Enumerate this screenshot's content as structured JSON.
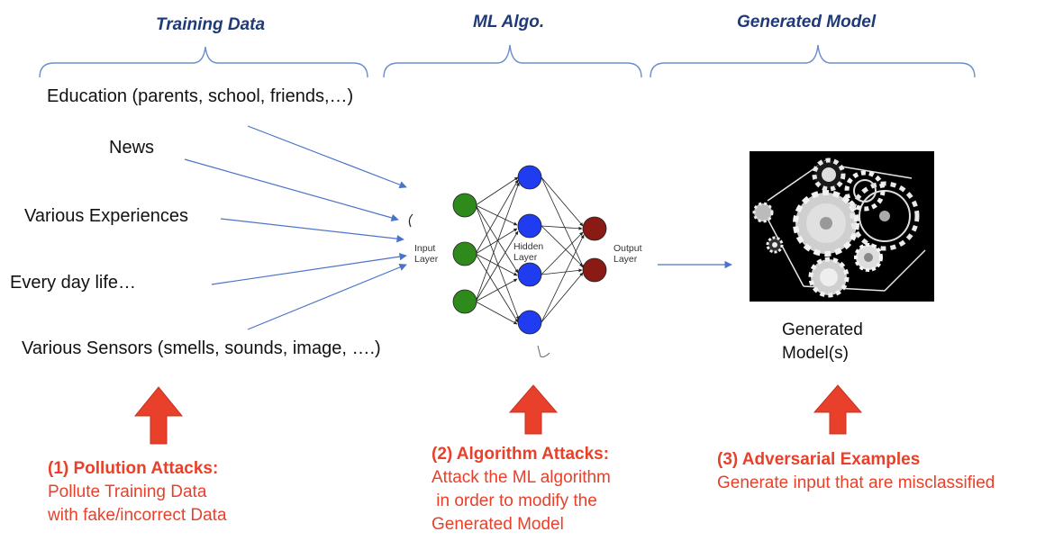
{
  "headers": {
    "training": "Training Data",
    "algo": "ML Algo.",
    "model": "Generated Model"
  },
  "sources": [
    "Education (parents, school, friends,…)",
    "News",
    "Various Experiences",
    "Every day life…",
    "Various Sensors (smells, sounds, image, ….)"
  ],
  "network": {
    "input_label": "Input Layer",
    "hidden_label": "Hidden Layer",
    "output_label": "Output Layer"
  },
  "generated_caption": "Generated Model(s)",
  "attacks": [
    {
      "title": "(1)  Pollution Attacks:",
      "lines": [
        "Pollute Training Data",
        "with fake/incorrect Data"
      ]
    },
    {
      "title": "(2) Algorithm Attacks:",
      "lines": [
        "Attack the ML algorithm",
        " in order to modify the",
        "Generated Model"
      ]
    },
    {
      "title": "(3) Adversarial Examples",
      "lines": [
        "Generate input that are misclassified"
      ]
    }
  ],
  "colors": {
    "header": "#1f3a78",
    "brace": "#6b8fc9",
    "arrow": "#4a74c9",
    "attack": "#e8402a",
    "input_node": "#2f8a1c",
    "hidden_node": "#1f3cf0",
    "output_node": "#8a1a14"
  }
}
